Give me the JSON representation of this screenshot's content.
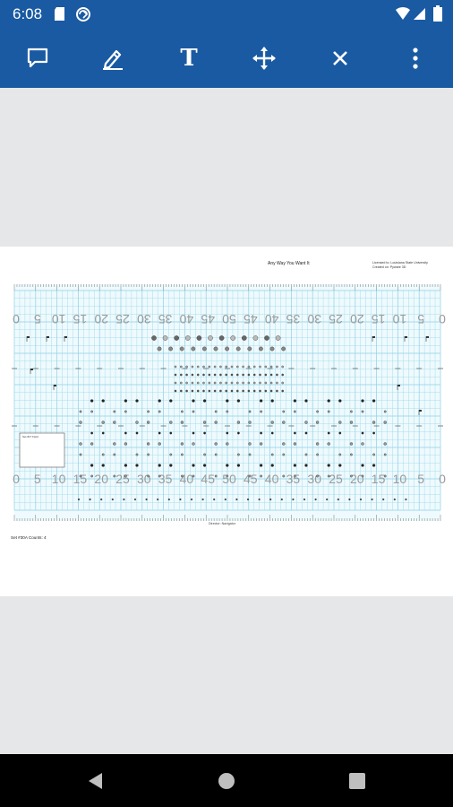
{
  "status_bar": {
    "time": "6:08",
    "left_icons": [
      "sd-card-icon",
      "sync-icon"
    ],
    "right_icons": [
      "wifi-icon",
      "signal-icon",
      "battery-icon"
    ]
  },
  "toolbar": {
    "tools": [
      {
        "name": "comment-icon"
      },
      {
        "name": "pen-icon"
      },
      {
        "name": "text-icon",
        "glyph": "T"
      },
      {
        "name": "move-icon"
      },
      {
        "name": "close-icon"
      },
      {
        "name": "more-vert-icon"
      }
    ]
  },
  "document": {
    "title": "Any Way You Want It",
    "credits_line1": "Licensed to: Louisiana State University",
    "credits_line2": "Created on: Pyware 3D",
    "field_caption": "Director: Navigator",
    "set_info": "Set #30A  Counts: 4",
    "legend_label": "Set #17 Field",
    "yard_numbers_top": [
      "0",
      "5",
      "10",
      "15",
      "20",
      "25",
      "30",
      "35",
      "40",
      "45",
      "50",
      "45",
      "40",
      "35",
      "30",
      "25",
      "20",
      "15",
      "10",
      "5",
      "0"
    ],
    "yard_numbers_bottom": [
      "0",
      "5",
      "10",
      "15",
      "20",
      "25",
      "30",
      "35",
      "40",
      "45",
      "50",
      "45",
      "40",
      "35",
      "30",
      "25",
      "20",
      "15",
      "10",
      "5",
      "0"
    ]
  },
  "nav_bar": {
    "buttons": [
      "back-icon",
      "home-icon",
      "recents-icon"
    ]
  },
  "colors": {
    "app_bar": "#1a5aa2",
    "viewer_bg": "#e6e7e8",
    "grid_line": "#8fd0e6",
    "field_bg": "#eefafd"
  }
}
